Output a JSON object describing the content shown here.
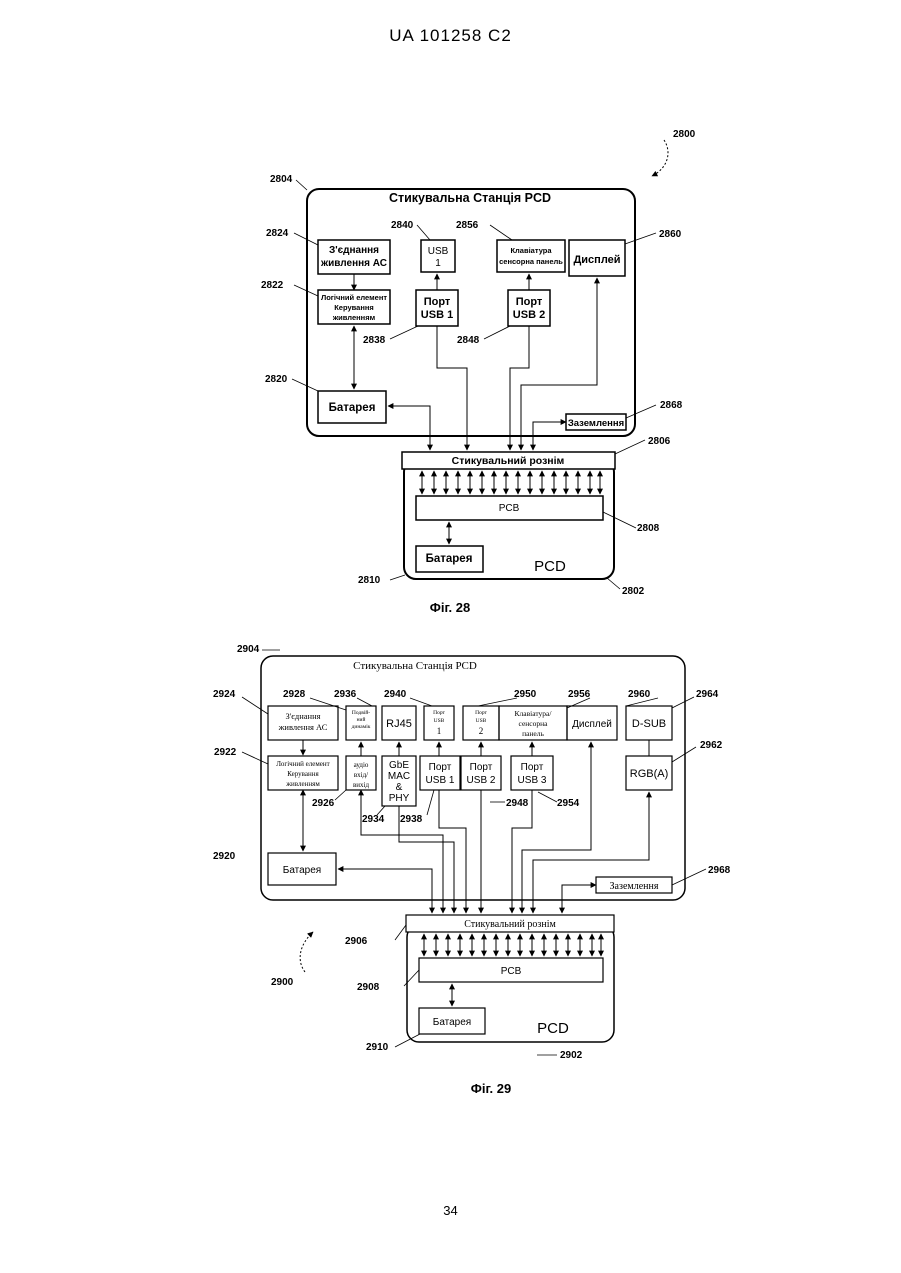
{
  "header": {
    "doc_number": "UA   101258   C2"
  },
  "footer": {
    "page_number": "34"
  },
  "fig28": {
    "caption": "Фіг. 28",
    "ref_main": "2800",
    "station": {
      "title": "Стикувальна Станція PCD",
      "ref": "2804"
    },
    "ac_power": {
      "line1": "З'єднання",
      "line2": "живлення АС",
      "ref": "2824"
    },
    "power_logic": {
      "line1": "Логічний елемент",
      "line2": "Керування",
      "line3": "живленням",
      "ref": "2822"
    },
    "usb1": {
      "line1": "USB",
      "line2": "1",
      "ref": "2840"
    },
    "keyboard": {
      "line1": "Клавіатура",
      "line2": "сенсорна панель",
      "ref": "2856"
    },
    "display": {
      "label": "Дисплей",
      "ref": "2860"
    },
    "usb_port1": {
      "line1": "Порт",
      "line2": "USB 1",
      "ref": "2838"
    },
    "usb_port2": {
      "line1": "Порт",
      "line2": "USB 2",
      "ref": "2848"
    },
    "battery_station": {
      "label": "Батарея",
      "ref": "2820"
    },
    "ground": {
      "label": "Заземлення",
      "ref": "2868"
    },
    "dock_connector": {
      "label": "Стикувальний рознім",
      "ref": "2806"
    },
    "pcb": {
      "label": "PCB",
      "ref": "2808"
    },
    "battery_pcd": {
      "label": "Батарея",
      "ref": "2810"
    },
    "pcd": {
      "label": "PCD",
      "ref": "2802"
    }
  },
  "fig29": {
    "caption": "Фіг. 29",
    "ref_main": "2900",
    "station": {
      "title": "Стикувальна Станція PCD",
      "ref": "2904"
    },
    "ac_power": {
      "line1": "З'єднання",
      "line2": "живлення АС",
      "ref": "2924"
    },
    "power_logic": {
      "line1": "Логічний елемент",
      "line2": "Керування",
      "line3": "живленням",
      "ref": "2922"
    },
    "speaker": {
      "line1": "Подвій-",
      "line2": "ний",
      "line3": "динамік",
      "ref": "2928"
    },
    "audio": {
      "line1": "аудіо",
      "line2": "вхід/",
      "line3": "вихід",
      "ref": "2926"
    },
    "rj45": {
      "label": "RJ45",
      "ref": "2940"
    },
    "gbe": {
      "line1": "GbE",
      "line2": "MAC",
      "line3": "&",
      "line4": "PHY",
      "ref": "2934"
    },
    "usb1": {
      "line1": "Порт",
      "line2": "USB",
      "line3": "1",
      "ref": "2936"
    },
    "usb2": {
      "line1": "Порт",
      "line2": "USB",
      "line3": "2",
      "ref": "2950"
    },
    "keyboard": {
      "line1": "Клавіатура/",
      "line2": "сенсорна",
      "line3": "панель",
      "ref": "2956"
    },
    "display": {
      "label": "Дисплей",
      "ref": "2960"
    },
    "dsub": {
      "label": "D-SUB",
      "ref": "2964"
    },
    "rgb": {
      "label": "RGB(A)",
      "ref": "2962"
    },
    "usb_port1": {
      "line1": "Порт",
      "line2": "USB 1",
      "ref": "2938"
    },
    "usb_port2": {
      "line1": "Порт",
      "line2": "USB 2",
      "ref": "2948"
    },
    "usb_port3": {
      "line1": "Порт",
      "line2": "USB 3",
      "ref": "2954"
    },
    "battery_station": {
      "label": "Батарея",
      "ref": "2920"
    },
    "ground": {
      "label": "Заземлення",
      "ref": "2968"
    },
    "dock_connector": {
      "label": "Стикувальний рознім",
      "ref": "2906"
    },
    "pcb": {
      "label": "PCB",
      "ref": "2908"
    },
    "battery_pcd": {
      "label": "Батарея",
      "ref": "2910"
    },
    "pcd": {
      "label": "PCD",
      "ref": "2902"
    }
  }
}
